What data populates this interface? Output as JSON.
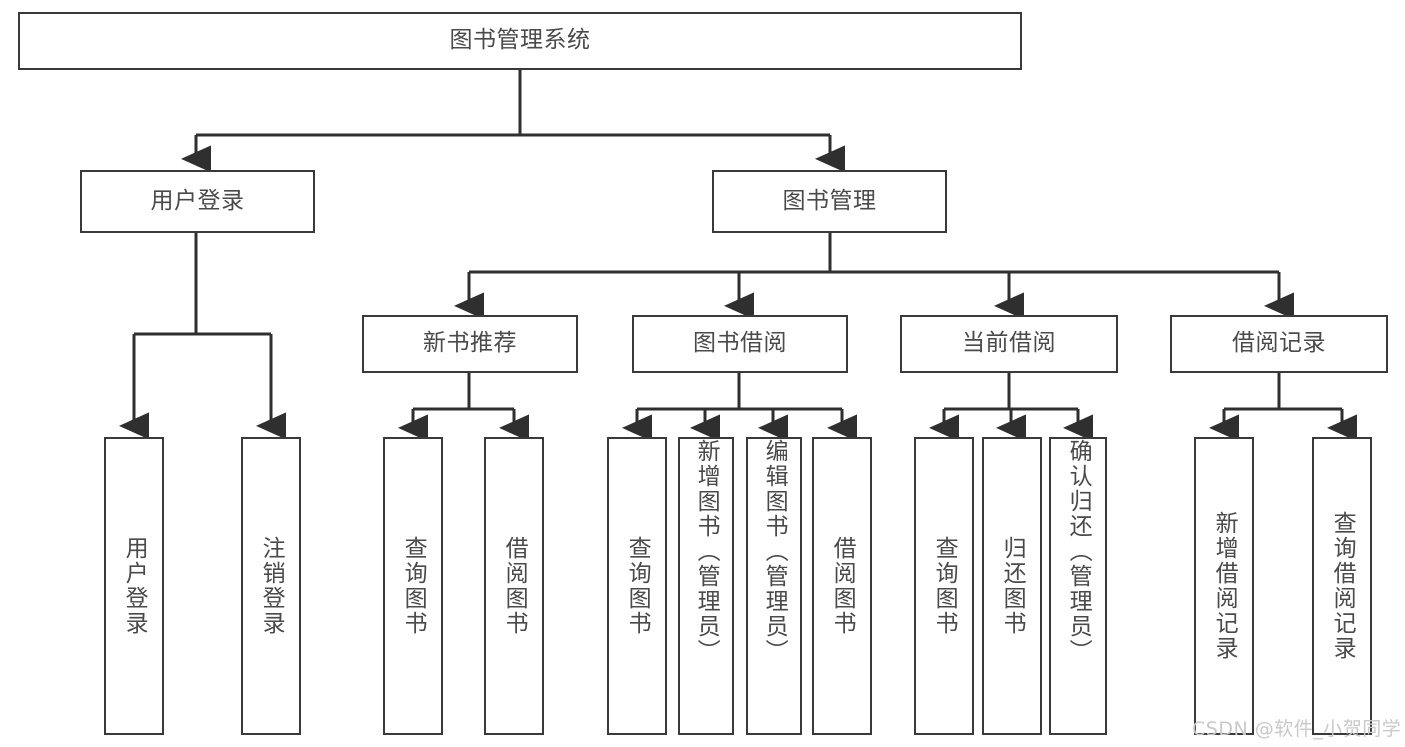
{
  "diagram": {
    "title": "图书管理系统",
    "type": "tree-hierarchy-chart",
    "root": {
      "id": "root",
      "label": "图书管理系统"
    },
    "level1": [
      {
        "id": "user-login",
        "label": "用户登录"
      },
      {
        "id": "book-management",
        "label": "图书管理"
      }
    ],
    "level2": [
      {
        "id": "new-book-recommend",
        "label": "新书推荐",
        "parent": "book-management"
      },
      {
        "id": "book-borrow",
        "label": "图书借阅",
        "parent": "book-management"
      },
      {
        "id": "current-borrow",
        "label": "当前借阅",
        "parent": "book-management"
      },
      {
        "id": "borrow-record",
        "label": "借阅记录",
        "parent": "book-management"
      }
    ],
    "leaves": [
      {
        "id": "leaf-user-login",
        "label": "用户登录",
        "parent": "user-login"
      },
      {
        "id": "leaf-logout-login",
        "label": "注销登录",
        "parent": "user-login"
      },
      {
        "id": "leaf-query-book-1",
        "label": "查询图书",
        "parent": "new-book-recommend"
      },
      {
        "id": "leaf-borrow-book-1",
        "label": "借阅图书",
        "parent": "new-book-recommend"
      },
      {
        "id": "leaf-query-book-2",
        "label": "查询图书",
        "parent": "book-borrow"
      },
      {
        "id": "leaf-add-book",
        "label": "新增图书（管理员）",
        "parent": "book-borrow"
      },
      {
        "id": "leaf-edit-book",
        "label": "编辑图书（管理员）",
        "parent": "book-borrow"
      },
      {
        "id": "leaf-borrow-book-2",
        "label": "借阅图书",
        "parent": "book-borrow"
      },
      {
        "id": "leaf-query-book-3",
        "label": "查询图书",
        "parent": "current-borrow"
      },
      {
        "id": "leaf-return-book",
        "label": "归还图书",
        "parent": "current-borrow"
      },
      {
        "id": "leaf-confirm-return",
        "label": "确认归还（管理员）",
        "parent": "current-borrow"
      },
      {
        "id": "leaf-add-record",
        "label": "新增借阅记录",
        "parent": "borrow-record"
      },
      {
        "id": "leaf-query-record",
        "label": "查询借阅记录",
        "parent": "borrow-record"
      }
    ],
    "watermark": "CSDN @软件_小贺同学",
    "colors": {
      "border": "#3a3a3a",
      "text": "#4a4a4a",
      "background": "#ffffff",
      "edge": "#2f2f2f",
      "watermark": "#c9c9c9"
    }
  }
}
